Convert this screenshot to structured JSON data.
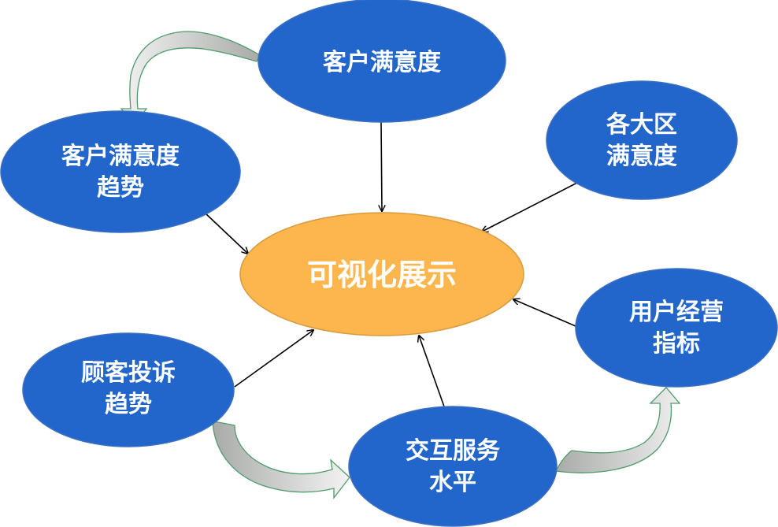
{
  "center": {
    "label": "可视化展示"
  },
  "nodes": [
    {
      "key": "customer_satisfaction",
      "lines": [
        "客户满意度"
      ]
    },
    {
      "key": "satisfaction_trend",
      "lines": [
        "客户满意度",
        "趋势"
      ]
    },
    {
      "key": "region_satisfaction",
      "lines": [
        "各大区",
        "满意度"
      ]
    },
    {
      "key": "user_operation",
      "lines": [
        "用户经营",
        "指标"
      ]
    },
    {
      "key": "complaint_trend",
      "lines": [
        "顾客投诉",
        "趋势"
      ]
    },
    {
      "key": "interaction_level",
      "lines": [
        "交互服务",
        "水平"
      ]
    }
  ],
  "colors": {
    "node_fill": "#2266CC",
    "node_stroke": "#3B6FC0",
    "center_fill": "#FDB64E",
    "center_stroke": "#D89A3C",
    "curve_fill_light": "#E8EAE8",
    "curve_fill_dark": "#A9ABA9",
    "curve_stroke": "#4E9C6B",
    "arrow": "#000000"
  }
}
